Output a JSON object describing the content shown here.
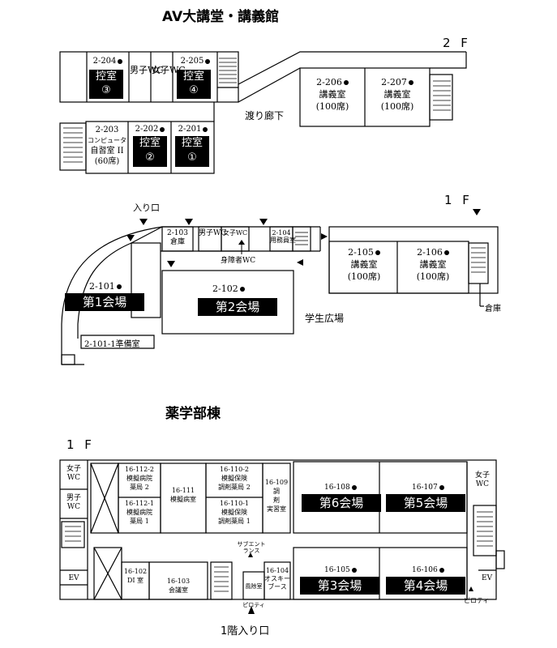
{
  "av": {
    "title": "AV大講堂・講義館",
    "floor2": "2 F",
    "floor1": "1 F",
    "r2204": {
      "no": "2-204",
      "name": "控室",
      "sub": "③"
    },
    "r2205": {
      "no": "2-205",
      "name": "控室",
      "sub": "④"
    },
    "wc_m": "男子WC",
    "wc_f": "女子WC",
    "r2206": {
      "no": "2-206",
      "name": "講義室",
      "seats": "(100席)"
    },
    "r2207": {
      "no": "2-207",
      "name": "講義室",
      "seats": "(100席)"
    },
    "r2203": {
      "no": "2-203",
      "l1": "コンピュータ",
      "l2": "自習室 II",
      "l3": "(60席)"
    },
    "r2202": {
      "no": "2-202",
      "name": "控室",
      "sub": "②"
    },
    "r2201": {
      "no": "2-201",
      "name": "控室",
      "sub": "①"
    },
    "corridor": "渡り廊下",
    "entrance": "入り口",
    "r2103": {
      "no": "2-103",
      "name": "倉庫"
    },
    "wc_m1": "男子WC",
    "wc_f1": "女子WC",
    "r2104": {
      "no": "2-104",
      "name": "用務員室"
    },
    "accessible_wc": "身障者WC",
    "r2101": {
      "no": "2-101",
      "venue": "第1会場"
    },
    "r2102": {
      "no": "2-102",
      "venue": "第2会場"
    },
    "prep": "2-101-1準備室",
    "plaza": "学生広場",
    "r2105": {
      "no": "2-105",
      "name": "講義室",
      "seats": "(100席)"
    },
    "r2106": {
      "no": "2-106",
      "name": "講義室",
      "seats": "(100席)"
    },
    "storage": "倉庫"
  },
  "ph": {
    "title": "薬学部棟",
    "floor": "1 F",
    "wc_f_left": "女子WC",
    "wc_m_left": "男子WC",
    "r16_112_2": {
      "no": "16-112-2",
      "l1": "模擬病院",
      "l2": "薬局 2"
    },
    "r16_112_1": {
      "no": "16-112-1",
      "l1": "模擬病院",
      "l2": "薬局 1"
    },
    "r16_111": {
      "no": "16-111",
      "name": "模擬病室"
    },
    "r16_110_2": {
      "no": "16-110-2",
      "l1": "模擬保険",
      "l2": "調剤薬局 2"
    },
    "r16_110_1": {
      "no": "16-110-1",
      "l1": "模擬保険",
      "l2": "調剤薬局 1"
    },
    "r16_109": {
      "no": "16-109",
      "l1": "調",
      "l2": "剤",
      "l3": "実習室"
    },
    "r16_108": {
      "no": "16-108",
      "venue": "第6会場"
    },
    "r16_107": {
      "no": "16-107",
      "venue": "第5会場"
    },
    "wc_f_right": "女子WC",
    "r16_102": {
      "no": "16-102",
      "name": "DI 室"
    },
    "r16_103": {
      "no": "16-103",
      "name": "会議室"
    },
    "sub_entrance": "サブエントランス",
    "r16_104": {
      "no": "16-104",
      "l1": "オスキー",
      "l2": "ブース"
    },
    "wind_room": "風除室",
    "pilotis_left": "ピロティ",
    "r16_105": {
      "no": "16-105",
      "venue": "第3会場"
    },
    "r16_106": {
      "no": "16-106",
      "venue": "第4会場"
    },
    "pilotis_right": "ピロティ",
    "ev": "EV",
    "entrance": "1階入り口"
  }
}
